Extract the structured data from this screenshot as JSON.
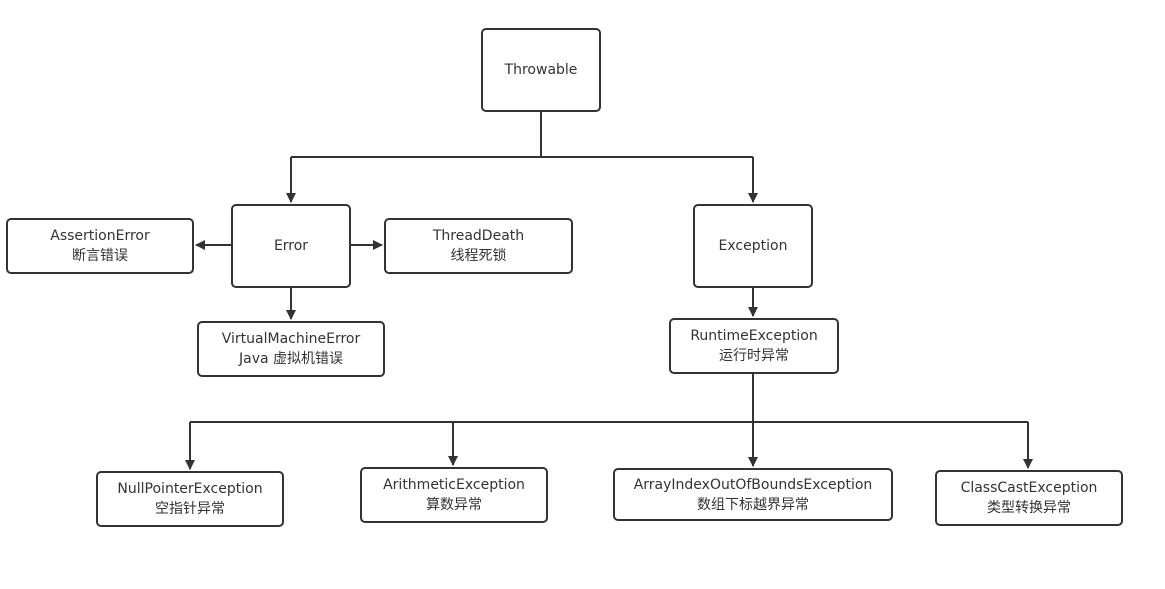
{
  "diagram": {
    "nodes": {
      "throwable": {
        "label": "Throwable"
      },
      "error": {
        "label": "Error"
      },
      "exception": {
        "label": "Exception"
      },
      "assertion_error": {
        "label": "AssertionError",
        "sublabel": "断言错误"
      },
      "thread_death": {
        "label": "ThreadDeath",
        "sublabel": "线程死锁"
      },
      "virtual_machine_error": {
        "label": "VirtualMachineError",
        "sublabel": "Java 虚拟机错误"
      },
      "runtime_exception": {
        "label": "RuntimeException",
        "sublabel": "运行时异常"
      },
      "null_pointer_exception": {
        "label": "NullPointerException",
        "sublabel": "空指针异常"
      },
      "arithmetic_exception": {
        "label": "ArithmeticException",
        "sublabel": "算数异常"
      },
      "array_index_out_of_bounds_exception": {
        "label": "ArrayIndexOutOfBoundsException",
        "sublabel": "数组下标越界异常"
      },
      "class_cast_exception": {
        "label": "ClassCastException",
        "sublabel": "类型转换异常"
      }
    },
    "edges": [
      {
        "from": "throwable",
        "to": "error"
      },
      {
        "from": "throwable",
        "to": "exception"
      },
      {
        "from": "error",
        "to": "assertion_error"
      },
      {
        "from": "error",
        "to": "thread_death"
      },
      {
        "from": "error",
        "to": "virtual_machine_error"
      },
      {
        "from": "exception",
        "to": "runtime_exception"
      },
      {
        "from": "runtime_exception",
        "to": "null_pointer_exception"
      },
      {
        "from": "runtime_exception",
        "to": "arithmetic_exception"
      },
      {
        "from": "runtime_exception",
        "to": "array_index_out_of_bounds_exception"
      },
      {
        "from": "runtime_exception",
        "to": "class_cast_exception"
      }
    ],
    "colors": {
      "stroke": "#333333",
      "text": "#333333",
      "background": "#ffffff"
    }
  }
}
